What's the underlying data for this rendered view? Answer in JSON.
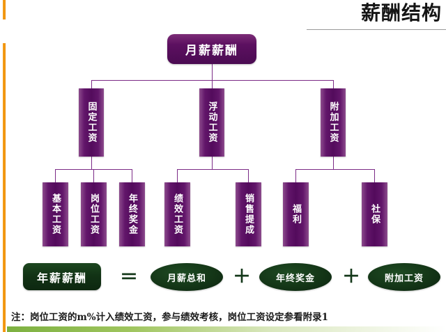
{
  "slide": {
    "title": "薪酬结构",
    "footnote": "注：岗位工资的m%计入绩效工资，参与绩效考核，岗位工资设定参看附录1",
    "colors": {
      "node_purple": "#530b5c",
      "node_purple_light": "#8d4c8d",
      "connector": "#7b2a86",
      "formula_green": "#123315",
      "accent_orange": "#ef8f0a",
      "accent_green": "#7cb040",
      "title_rule": "#9a9a9a"
    }
  },
  "tree": {
    "root": {
      "label": "月薪薪酬"
    },
    "level2": [
      {
        "label": "固定工资"
      },
      {
        "label": "浮动工资"
      },
      {
        "label": "附加工资"
      }
    ],
    "level3": [
      {
        "label": "基本工资",
        "parent": "固定工资"
      },
      {
        "label": "岗位工资",
        "parent": "固定工资"
      },
      {
        "label": "年终奖金",
        "parent": "固定工资"
      },
      {
        "label": "绩效工资",
        "parent": "浮动工资"
      },
      {
        "label": "销售提成",
        "parent": "浮动工资"
      },
      {
        "label": "福利",
        "parent": "附加工资"
      },
      {
        "label": "社保",
        "parent": "附加工资"
      }
    ]
  },
  "formula": {
    "result": "年薪薪酬",
    "equals": "＝",
    "plus": "＋",
    "terms": [
      {
        "label": "月薪总和"
      },
      {
        "label": "年终奖金"
      },
      {
        "label": "附加工资"
      }
    ]
  }
}
